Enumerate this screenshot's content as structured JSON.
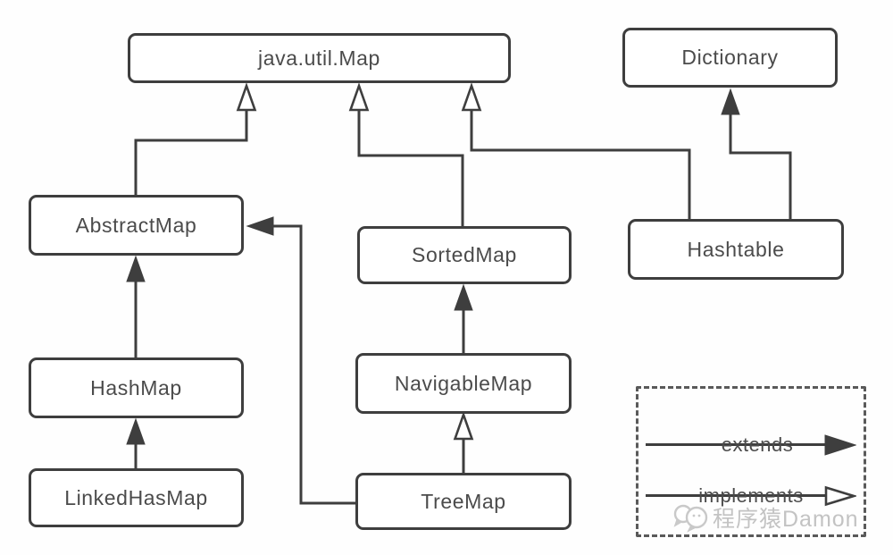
{
  "nodes": {
    "map": {
      "label": "java.util.Map"
    },
    "dictionary": {
      "label": "Dictionary"
    },
    "abstractmap": {
      "label": "AbstractMap"
    },
    "sortedmap": {
      "label": "SortedMap"
    },
    "hashtable": {
      "label": "Hashtable"
    },
    "hashmap": {
      "label": "HashMap"
    },
    "linkedhasmap": {
      "label": "LinkedHasMap"
    },
    "navigablemap": {
      "label": "NavigableMap"
    },
    "treemap": {
      "label": "TreeMap"
    }
  },
  "edges": [
    {
      "from": "AbstractMap",
      "to": "java.util.Map",
      "relation": "implements"
    },
    {
      "from": "SortedMap",
      "to": "java.util.Map",
      "relation": "implements"
    },
    {
      "from": "Hashtable",
      "to": "java.util.Map",
      "relation": "implements"
    },
    {
      "from": "Hashtable",
      "to": "Dictionary",
      "relation": "extends"
    },
    {
      "from": "HashMap",
      "to": "AbstractMap",
      "relation": "extends"
    },
    {
      "from": "LinkedHasMap",
      "to": "HashMap",
      "relation": "extends"
    },
    {
      "from": "NavigableMap",
      "to": "SortedMap",
      "relation": "extends"
    },
    {
      "from": "TreeMap",
      "to": "NavigableMap",
      "relation": "implements"
    },
    {
      "from": "TreeMap",
      "to": "AbstractMap",
      "relation": "extends"
    }
  ],
  "legend": {
    "extends_label": "extends",
    "implements_label": "implements"
  },
  "watermark": {
    "text": "程序猿Damon"
  },
  "colors": {
    "line": "#3e3e3e",
    "node_border": "#3e3e3e",
    "node_text": "#4b4b4b",
    "watermark": "#c3c3c3",
    "background": "#fefefe"
  }
}
